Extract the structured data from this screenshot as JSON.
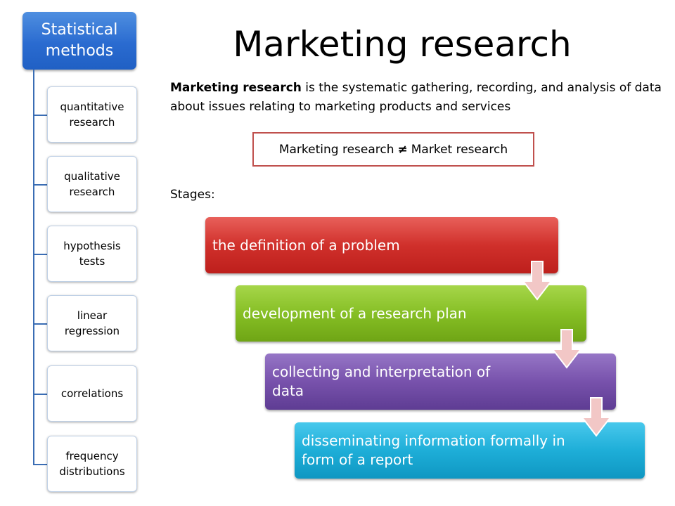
{
  "hierarchy": {
    "root": "Statistical methods",
    "children": [
      "quantitative research",
      "qualitative research",
      "hypothesis tests",
      "linear regression",
      "correlations",
      "frequency distributions"
    ]
  },
  "title": "Marketing research",
  "definition": {
    "term": "Marketing research",
    "text": " is the systematic gathering, recording, and analysis of data about issues relating to marketing products and services"
  },
  "comparison": {
    "left": "Marketing research",
    "symbol": "≠",
    "right": "Market research"
  },
  "stages": {
    "label": "Stages:",
    "items": [
      "the definition of a problem",
      "development of a research plan",
      "collecting and interpretation of data",
      "disseminating information formally in form of a report"
    ]
  },
  "colors": {
    "root": "#2a6bd0",
    "stage_1": "#d0302b",
    "stage_2": "#86bf25",
    "stage_3": "#7852ac",
    "stage_4": "#1eaed8",
    "comparison_border": "#c0504d",
    "arrow": "#f2c7c6"
  }
}
